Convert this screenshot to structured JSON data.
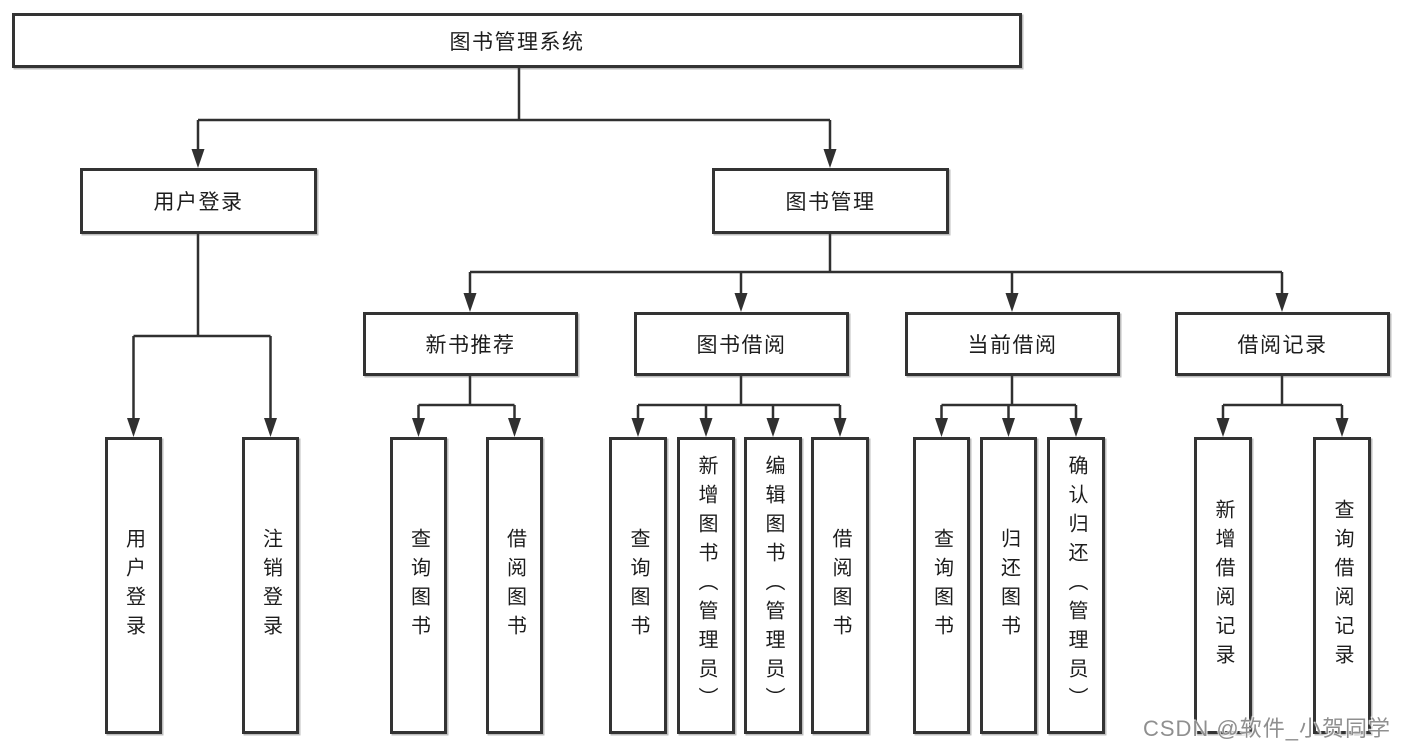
{
  "tree": {
    "label": "图书管理系统",
    "children": [
      {
        "label": "用户登录",
        "children": [
          {
            "label": "用户登录"
          },
          {
            "label": "注销登录"
          }
        ]
      },
      {
        "label": "图书管理",
        "children": [
          {
            "label": "新书推荐",
            "children": [
              {
                "label": "查询图书"
              },
              {
                "label": "借阅图书"
              }
            ]
          },
          {
            "label": "图书借阅",
            "children": [
              {
                "label": "查询图书"
              },
              {
                "label": "新增图书（管理员）"
              },
              {
                "label": "编辑图书（管理员）"
              },
              {
                "label": "借阅图书"
              }
            ]
          },
          {
            "label": "当前借阅",
            "children": [
              {
                "label": "查询图书"
              },
              {
                "label": "归还图书"
              },
              {
                "label": "确认归还（管理员）"
              }
            ]
          },
          {
            "label": "借阅记录",
            "children": [
              {
                "label": "新增借阅记录"
              },
              {
                "label": "查询借阅记录"
              }
            ]
          }
        ]
      }
    ]
  },
  "watermark": "CSDN @软件_小贺同学",
  "colors": {
    "line": "#303030",
    "box_border": "#333333",
    "text": "#1d1d1d",
    "watermark_text": "#8f8f8f",
    "background": "#ffffff"
  }
}
